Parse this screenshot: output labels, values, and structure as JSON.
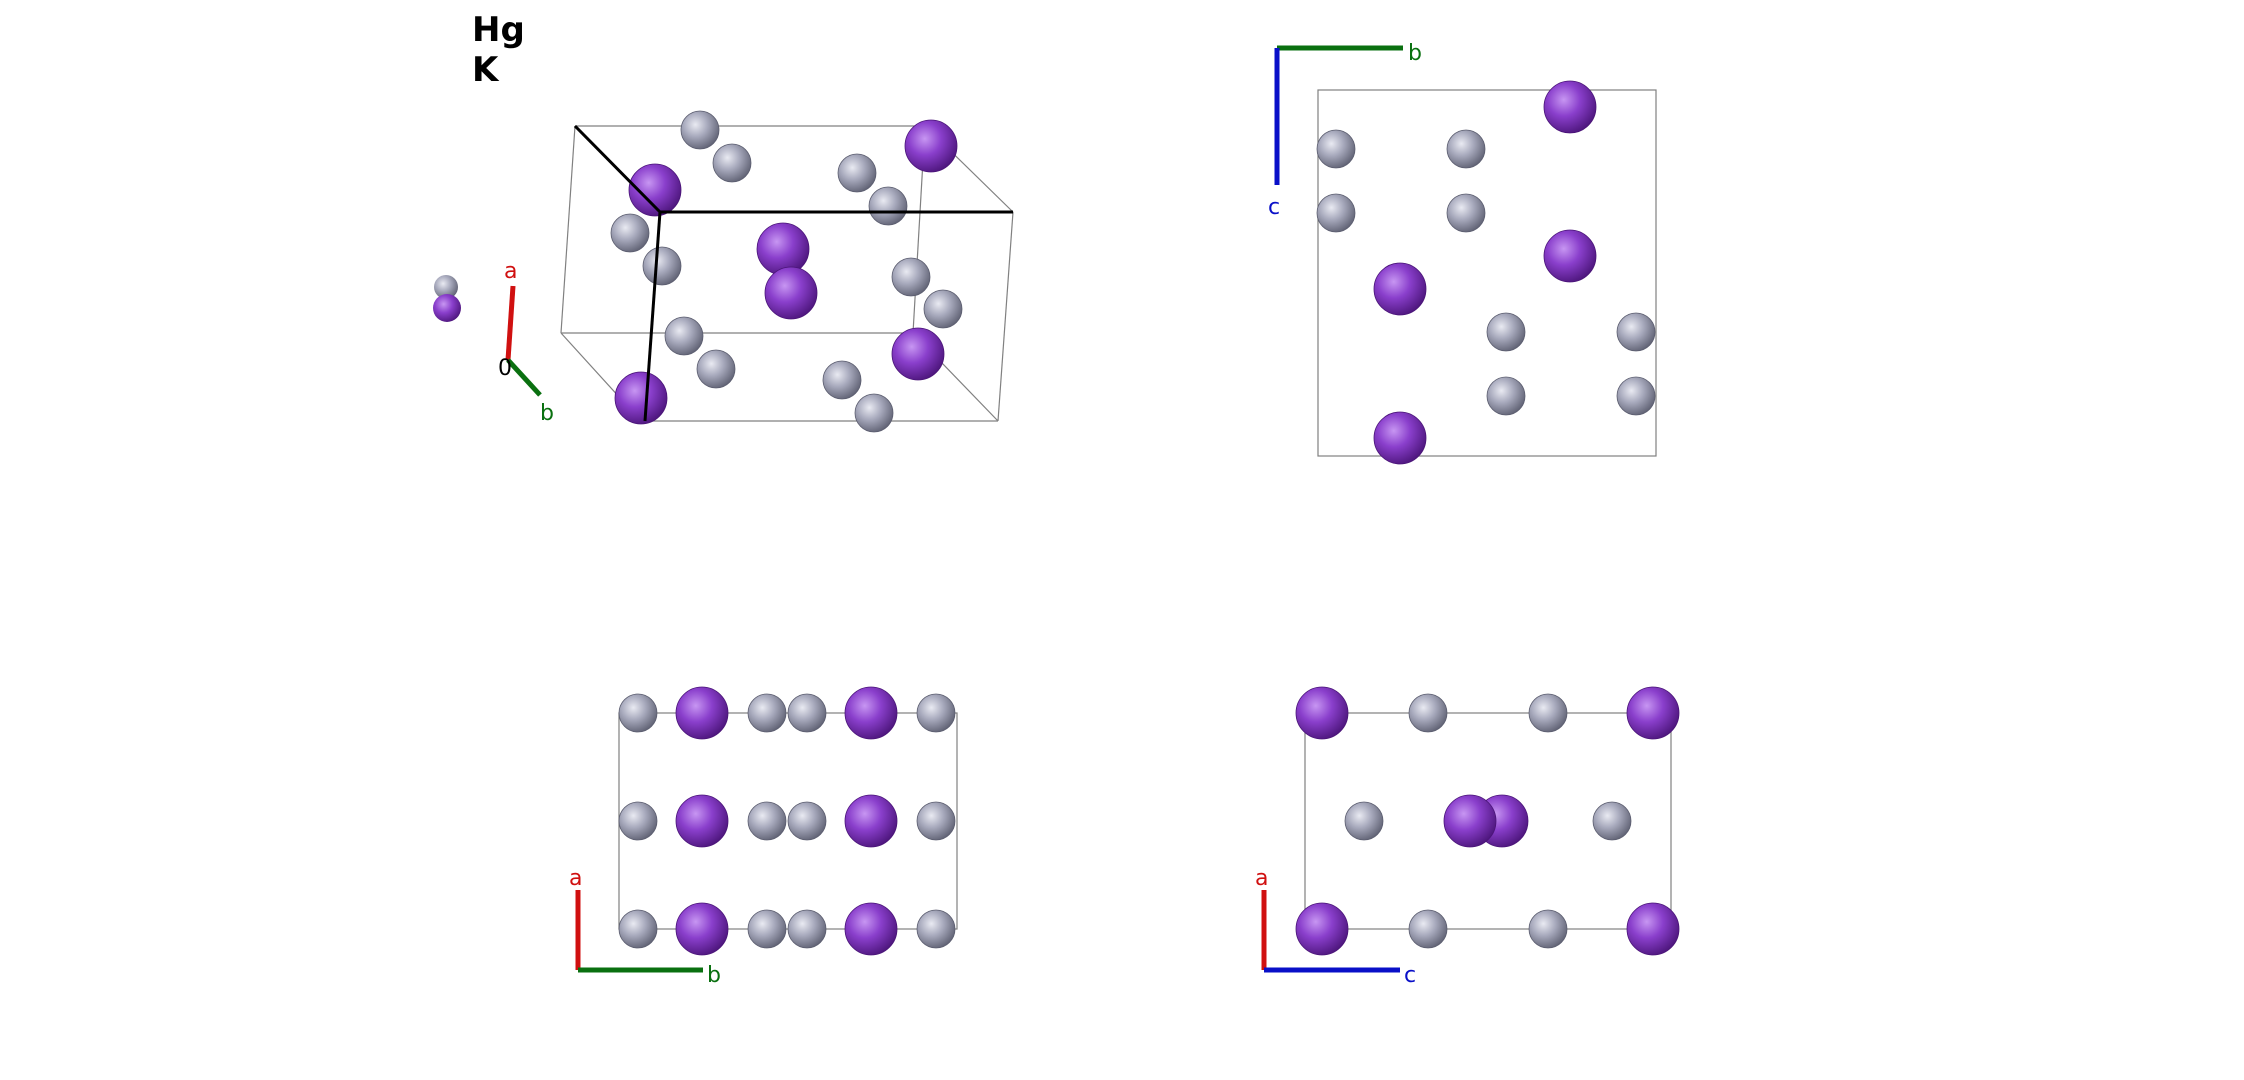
{
  "legend": {
    "elements": [
      "Hg",
      "K"
    ]
  },
  "colors": {
    "Hg": "#a3a5b8",
    "K": "#8a3fcc",
    "axis_a": "#d01010",
    "axis_b": "#0a7010",
    "axis_c": "#0a10c8",
    "cell_edge": "#808080"
  },
  "panels": {
    "perspective": {
      "axes": {
        "a": "a",
        "b": "b",
        "origin": "0"
      }
    },
    "view_bc": {
      "axes": {
        "b": "b",
        "c": "c"
      }
    },
    "view_ab": {
      "axes": {
        "a": "a",
        "b": "b"
      }
    },
    "view_ac": {
      "axes": {
        "a": "a",
        "c": "c"
      }
    }
  }
}
